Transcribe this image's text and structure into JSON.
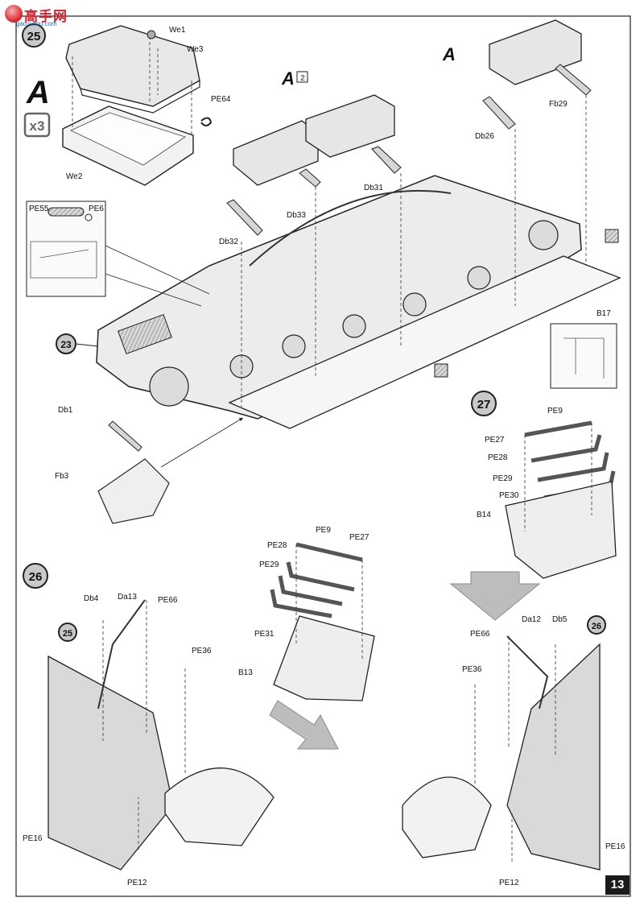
{
  "watermark": {
    "title": "高手网",
    "url": "gao-shou.com"
  },
  "page_number": "13",
  "steps": {
    "s25": "25",
    "s23": "23",
    "s26": "26",
    "s27": "27",
    "s25_ref": "25",
    "s26_ref": "26"
  },
  "subassembly_label": "A",
  "quantity_x3": "x3",
  "quantity_x2": "2",
  "parts": {
    "we1": "We1",
    "we3": "We3",
    "pe64": "PE64",
    "we2": "We2",
    "db26": "Db26",
    "fb29": "Fb29",
    "db31": "Db31",
    "db33": "Db33",
    "db32": "Db32",
    "pe55": "PE55",
    "pe6": "PE6",
    "b17": "B17",
    "db1": "Db1",
    "fb3": "Fb3",
    "pe9_s27": "PE9",
    "pe27_s27": "PE27",
    "pe28_s27": "PE28",
    "pe29_s27": "PE29",
    "pe30_s27": "PE30",
    "b14": "B14",
    "pe9_mid": "PE9",
    "pe27_mid": "PE27",
    "pe28_mid": "PE28",
    "pe29_mid": "PE29",
    "pe31_mid": "PE31",
    "b13": "B13",
    "db4": "Db4",
    "da13": "Da13",
    "pe66_l": "PE66",
    "pe36_l": "PE36",
    "pe16_l": "PE16",
    "pe12_l": "PE12",
    "pe66_r": "PE66",
    "da12": "Da12",
    "db5": "Db5",
    "pe36_r": "PE36",
    "pe16_r": "PE16",
    "pe12_r": "PE12"
  }
}
